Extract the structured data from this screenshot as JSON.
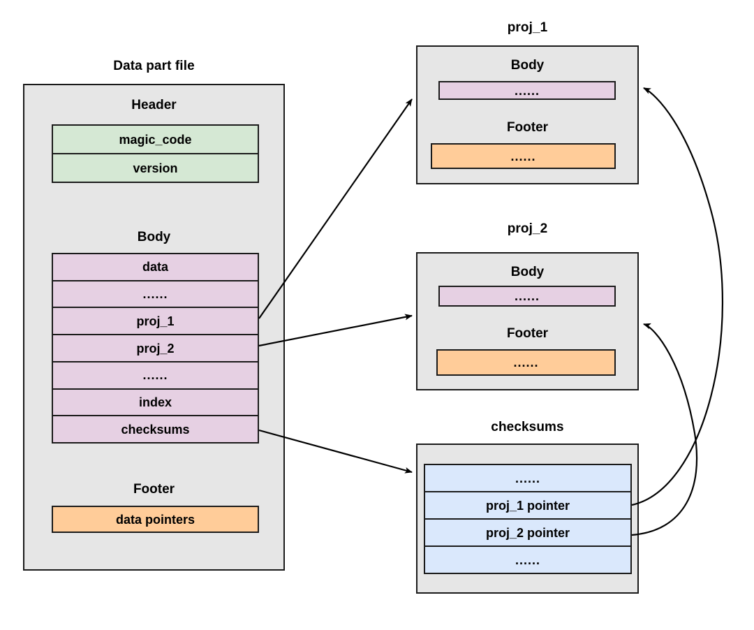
{
  "diagram": {
    "type": "data-part-file-structure",
    "background": "#ffffff",
    "palette": {
      "container_fill": "#e6e6e6",
      "stroke": "#1a1a1a",
      "header_fill": "#d5e8d4",
      "body_fill": "#e6d0e3",
      "footer_fill": "#ffcc99",
      "checksum_fill": "#dae8fc"
    }
  },
  "data_part_file": {
    "title": "Data part file",
    "header": {
      "label": "Header",
      "rows": [
        "magic_code",
        "version"
      ]
    },
    "body": {
      "label": "Body",
      "rows": [
        "data",
        "......",
        "proj_1",
        "proj_2",
        "......",
        "index",
        "checksums"
      ]
    },
    "footer": {
      "label": "Footer",
      "rows": [
        "data pointers"
      ]
    }
  },
  "proj_1": {
    "title": "proj_1",
    "body": {
      "label": "Body",
      "rows": [
        "......"
      ]
    },
    "footer": {
      "label": "Footer",
      "rows": [
        "......"
      ]
    }
  },
  "proj_2": {
    "title": "proj_2",
    "body": {
      "label": "Body",
      "rows": [
        "......"
      ]
    },
    "footer": {
      "label": "Footer",
      "rows": [
        "......"
      ]
    }
  },
  "checksums": {
    "title": "checksums",
    "rows": [
      "......",
      "proj_1 pointer",
      "proj_2 pointer",
      "......"
    ]
  },
  "connections": [
    {
      "from": "data_part_file.body.proj_1",
      "to": "proj_1",
      "style": "straight-arrow"
    },
    {
      "from": "data_part_file.body.proj_2",
      "to": "proj_2",
      "style": "straight-arrow"
    },
    {
      "from": "data_part_file.body.checksums",
      "to": "checksums",
      "style": "straight-arrow"
    },
    {
      "from": "checksums.proj_1_pointer",
      "to": "proj_1",
      "style": "curved-arrow"
    },
    {
      "from": "checksums.proj_2_pointer",
      "to": "proj_2",
      "style": "curved-arrow"
    }
  ]
}
